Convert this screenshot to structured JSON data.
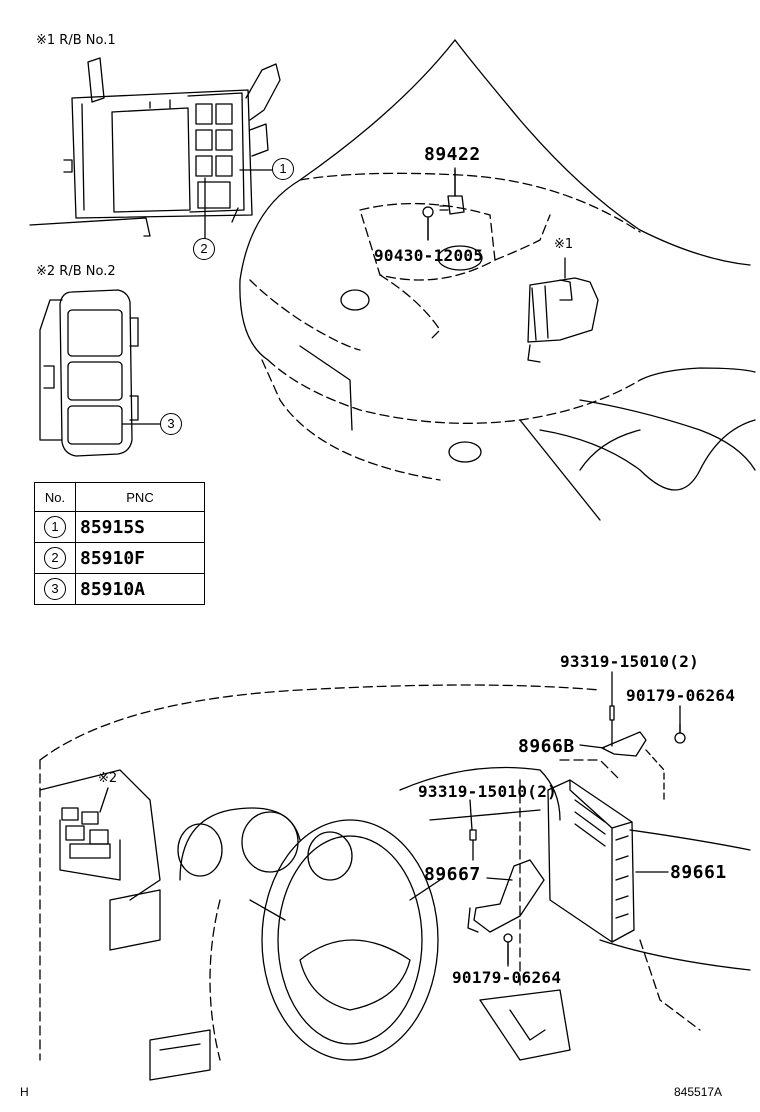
{
  "relay_blocks": {
    "rb1_caption": "※1 R/B No.1",
    "rb2_caption": "※2 R/B No.2"
  },
  "callouts": {
    "one": "1",
    "two": "2",
    "three": "3"
  },
  "pnc_table": {
    "headers": [
      "No.",
      "PNC"
    ],
    "rows": [
      {
        "no": "1",
        "pnc": "85915S"
      },
      {
        "no": "2",
        "pnc": "85910F"
      },
      {
        "no": "3",
        "pnc": "85910A"
      }
    ]
  },
  "engine_parts": {
    "sensor": "89422",
    "gasket": "90430-12005",
    "rb1_marker": "※1"
  },
  "dash_parts": {
    "bolt_top": "93319-15010(2)",
    "nut_top": "90179-06264",
    "bracket_upper": "8966B",
    "bolt_mid": "93319-15010(2)",
    "bracket_lower": "89667",
    "ecu": "89661",
    "nut_bottom": "90179-06264",
    "rb2_marker": "※2"
  },
  "footer": {
    "left_code": "H",
    "right_code": "845517A"
  }
}
